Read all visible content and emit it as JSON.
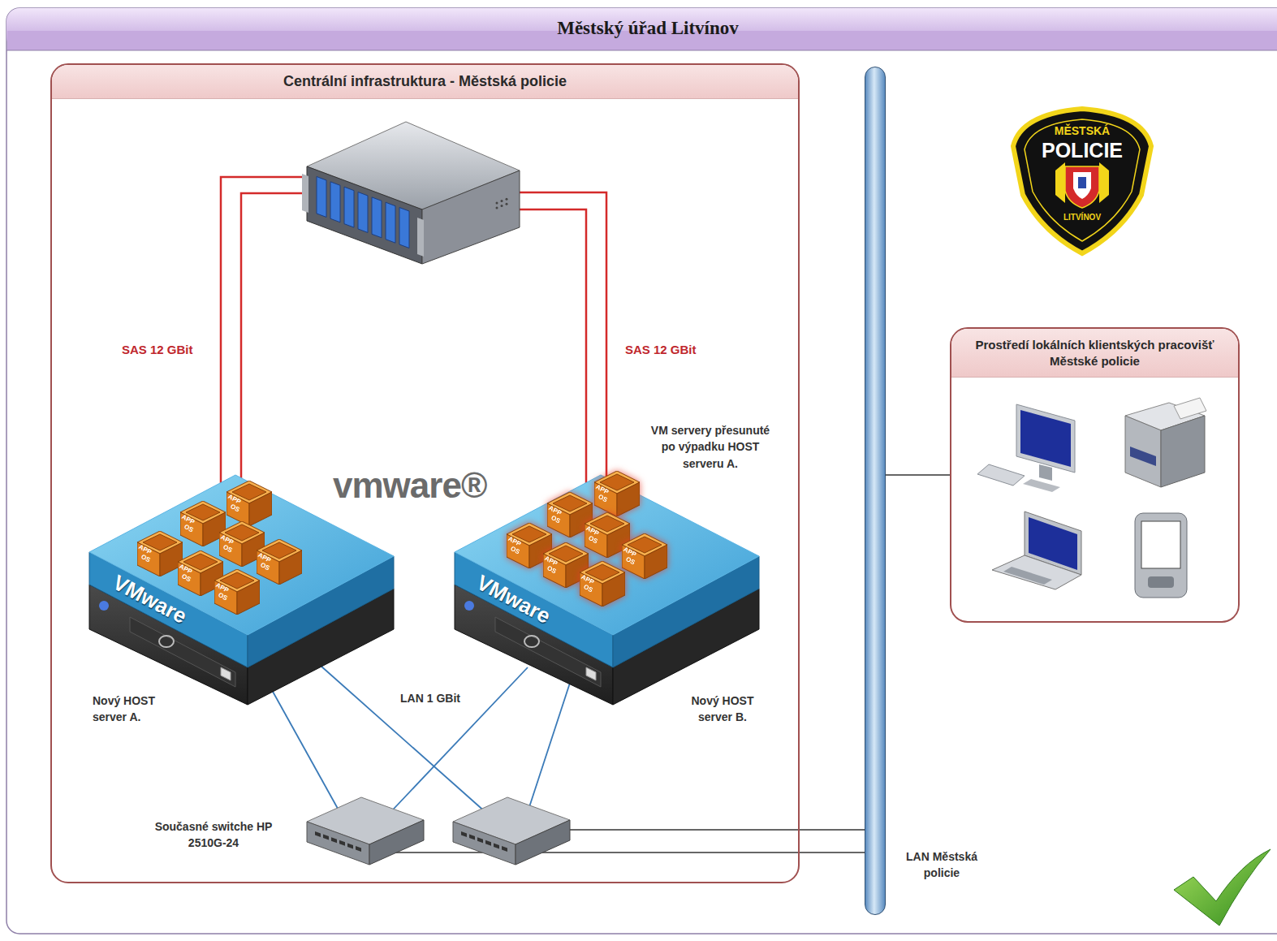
{
  "diagram": {
    "title": "Městský úřad Litvínov",
    "nodes": [
      {
        "text": [
          "Centrální infrastruktura - Městská policie"
        ]
      },
      {
        "text": [
          "VMware",
          "Nový HOST server A."
        ],
        "in": 0
      },
      {
        "text": [
          "APP",
          "OS"
        ],
        "in": 1
      },
      {
        "text": [
          "APP",
          "OS"
        ],
        "in": 1
      },
      {
        "text": [
          "APP",
          "OS"
        ],
        "in": 1
      },
      {
        "text": [
          "APP",
          "OS"
        ],
        "in": 1
      },
      {
        "text": [
          "APP",
          "OS"
        ],
        "in": 1
      },
      {
        "text": [
          "APP",
          "OS"
        ],
        "in": 1
      },
      {
        "text": [
          "APP",
          "OS"
        ],
        "in": 1
      },
      {
        "text": [
          "VMware",
          "Nový HOST server B."
        ],
        "in": 0
      },
      {
        "text": [
          "APP",
          "OS"
        ],
        "in": 9
      },
      {
        "text": [
          "APP",
          "OS"
        ],
        "in": 9
      },
      {
        "text": [
          "APP",
          "OS"
        ],
        "in": 9
      },
      {
        "text": [
          "APP",
          "OS"
        ],
        "in": 9
      },
      {
        "text": [
          "APP",
          "OS"
        ],
        "in": 9
      },
      {
        "text": [
          "APP",
          "OS"
        ],
        "in": 9
      },
      {
        "text": [
          "APP",
          "OS"
        ],
        "in": 9
      },
      {
        "text": [
          "LAN Městská policie"
        ]
      },
      {
        "text": [
          "Prostředí lokálních klientských pracovišť Městské policie"
        ]
      }
    ],
    "edges": [
      {
        "from": 17,
        "to": 18,
        "arrow": "none"
      }
    ],
    "labels": [
      "SAS 12 GBit",
      "SAS 12 GBit",
      "vmware®",
      "VM servery přesunuté po výpadku HOST serveru A.",
      "LAN 1 GBit",
      "Současné switche HP 2510G-24",
      "MĚSTSKÁ",
      "POLICIE",
      "LITVÍNOV"
    ]
  }
}
